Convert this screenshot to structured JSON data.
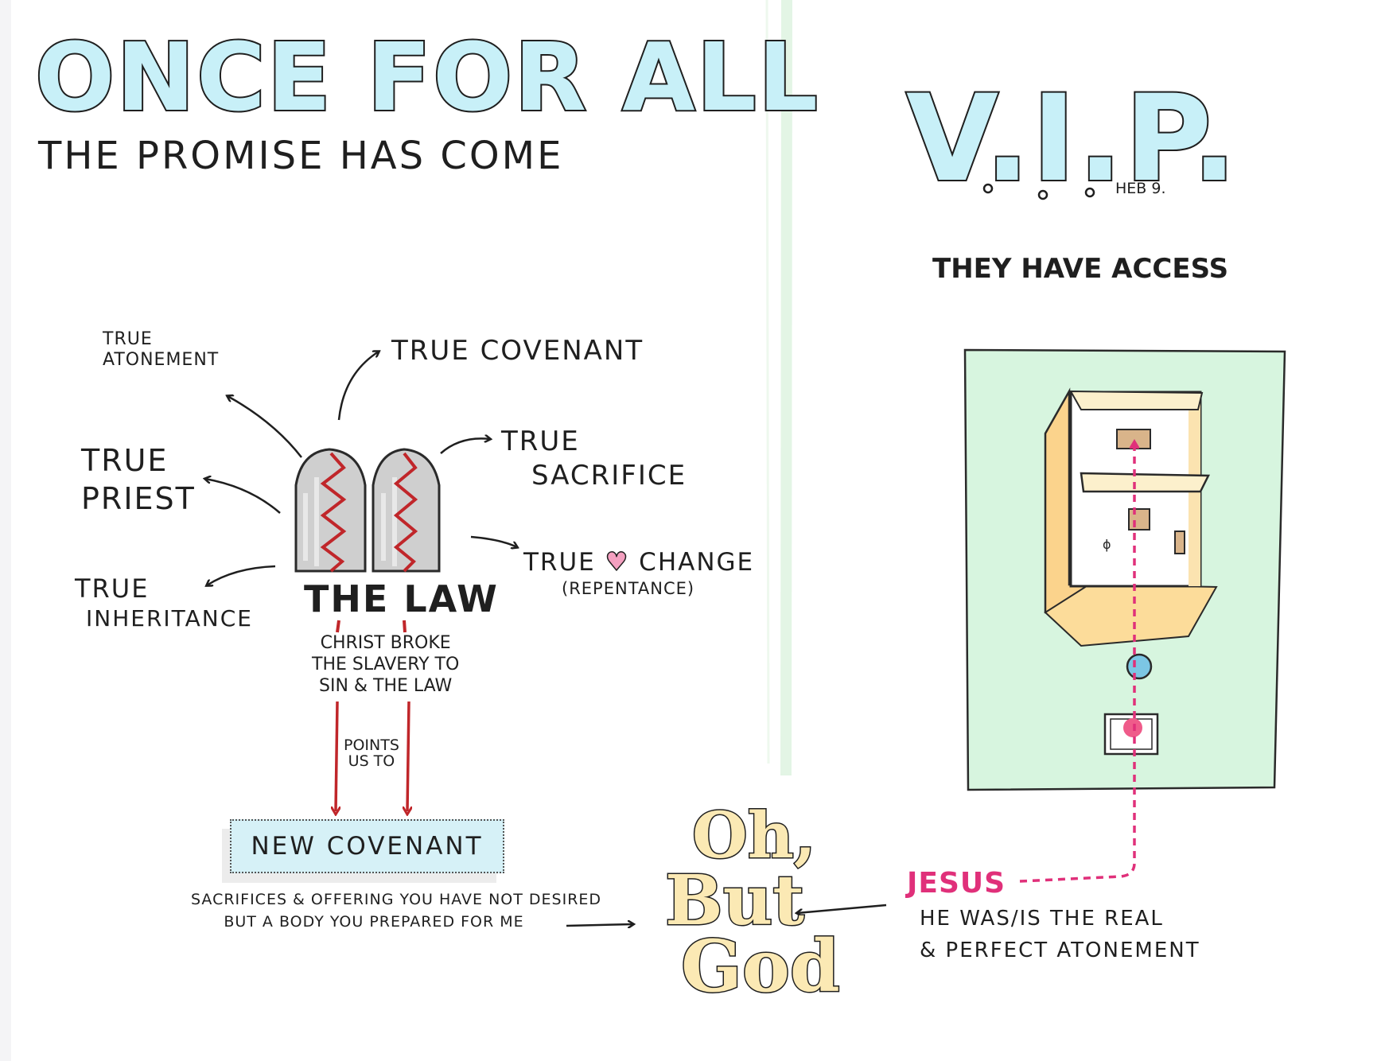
{
  "left": {
    "title": "ONCE FOR ALL",
    "subtitle": "THE PROMISE HAS COME",
    "branches": {
      "atonement": [
        "TRUE",
        "ATONEMENT"
      ],
      "covenant": "TRUE COVENANT",
      "priest": [
        "TRUE",
        "PRIEST"
      ],
      "sacrifice": [
        "TRUE",
        "SACRIFICE"
      ],
      "inheritance": [
        "TRUE",
        "INHERITANCE"
      ],
      "change_true": "TRUE",
      "change_word": "CHANGE",
      "repentance": "(REPENTANCE)"
    },
    "center_label": "THE LAW",
    "christ_broke": [
      "CHRIST BROKE",
      "THE SLAVERY TO",
      "SIN & THE LAW"
    ],
    "points": [
      "POINTS",
      "US TO"
    ],
    "new_covenant": "NEW COVENANT",
    "sacrifices_quote": [
      "SACRIFICES & OFFERING YOU HAVE NOT DESIRED",
      "BUT A BODY YOU PREPARED FOR ME"
    ]
  },
  "right": {
    "vip": "V.I.P.",
    "reference": "HEB 9.",
    "access": "THEY HAVE ACCESS",
    "jesus": "JESUS",
    "real": [
      "HE WAS/IS THE REAL",
      "& PERFECT ATONEMENT"
    ]
  },
  "center": {
    "oh": "Oh,",
    "but": "But",
    "god": "God"
  },
  "colors": {
    "title_fill": "#c8f0f8",
    "zigzag": "#c0262a",
    "jesus": "#e0307a",
    "tabernacle_ground": "#d7f5df",
    "new_covenant_bg": "#d6f1f7",
    "but_god_fill": "#fbe9b4"
  }
}
